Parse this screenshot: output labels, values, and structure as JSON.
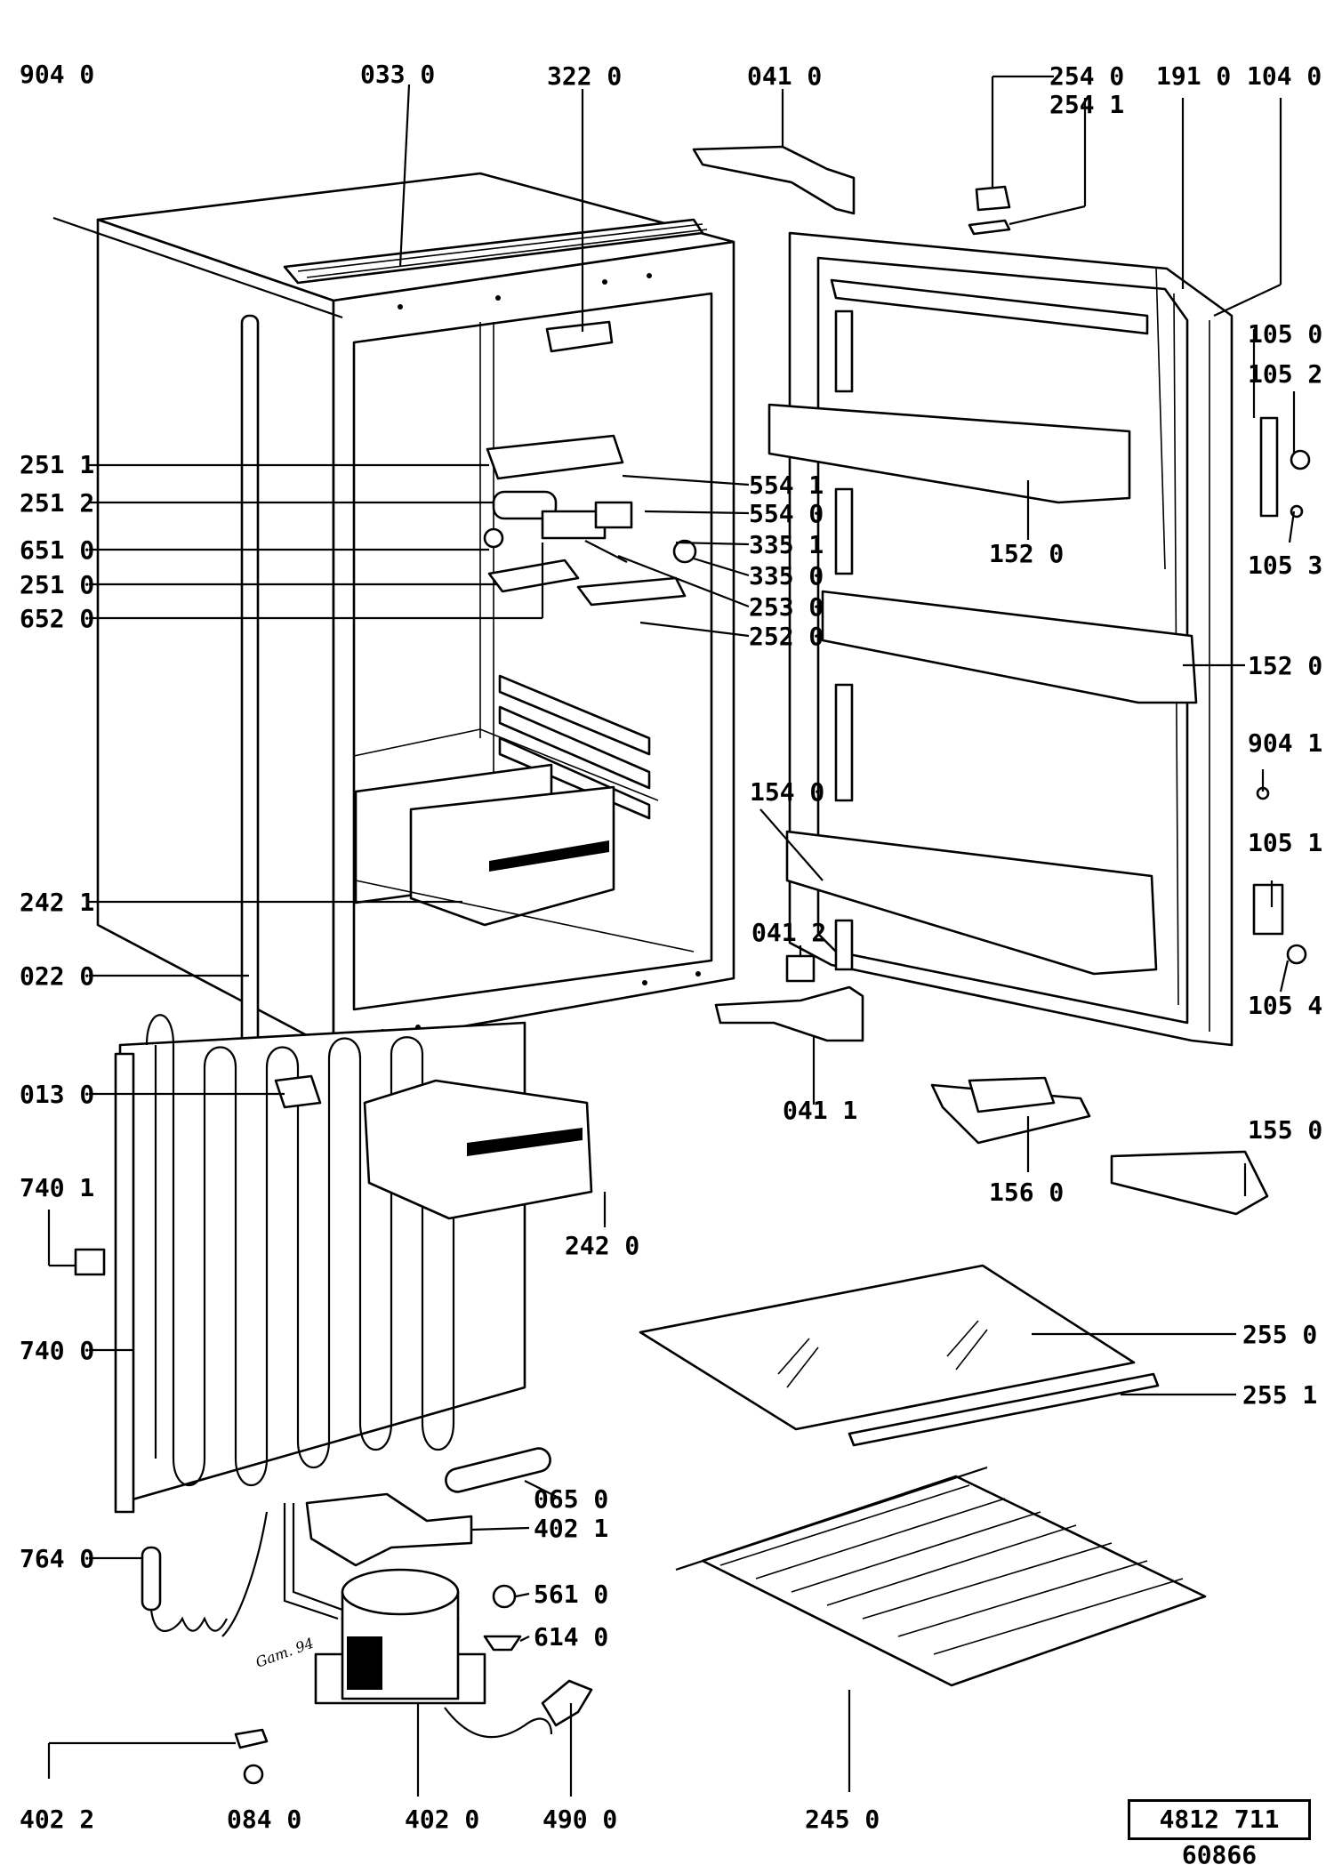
{
  "document_number": "4812 711 60866",
  "handwritten_note": "Gam. 94",
  "callouts": [
    "904 0",
    "033 0",
    "322 0",
    "041 0",
    "254 0",
    "254 1",
    "191 0",
    "104 0",
    "105 0",
    "105 2",
    "105 3",
    "251 1",
    "251 2",
    "651 0",
    "251 0",
    "652 0",
    "554 1",
    "554 0",
    "335 1",
    "335 0",
    "253 0",
    "252 0",
    "152 0",
    "152 0",
    "904 1",
    "154 0",
    "105 1",
    "242 1",
    "041 2",
    "105 4",
    "022 0",
    "041 1",
    "013 0",
    "156 0",
    "155 0",
    "740 1",
    "242 0",
    "740 0",
    "255 0",
    "255 1",
    "065 0",
    "402 1",
    "764 0",
    "561 0",
    "614 0",
    "402 2",
    "084 0",
    "402 0",
    "490 0",
    "245 0"
  ]
}
